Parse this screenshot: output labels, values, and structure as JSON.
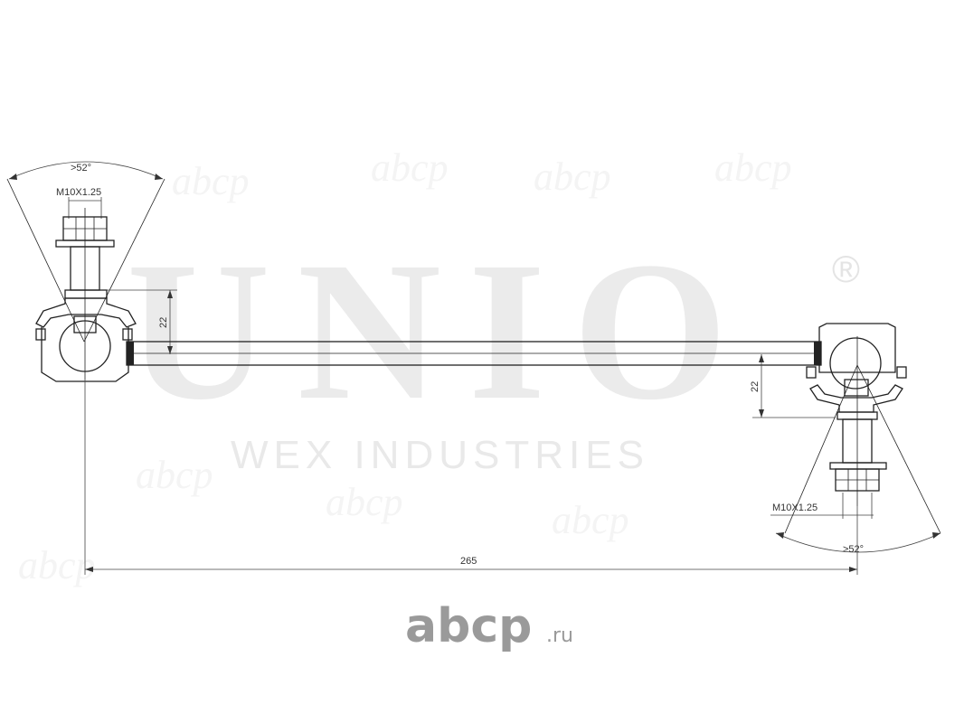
{
  "watermark": {
    "main": "UNIO",
    "registered": "®",
    "subtitle": "WEX INDUSTRIES",
    "background_text": "abcp"
  },
  "drawing": {
    "left_angle": ">52°",
    "left_thread": "M10X1.25",
    "left_height": "22",
    "right_height": "22",
    "right_thread": "M10X1.25",
    "right_angle": ">52°",
    "length": "265"
  },
  "footer": {
    "brand": "abcp",
    "brand_suffix": ".ru"
  },
  "colors": {
    "line": "#222222",
    "watermark": "#ebebeb",
    "brand": "#9a9a9a"
  }
}
